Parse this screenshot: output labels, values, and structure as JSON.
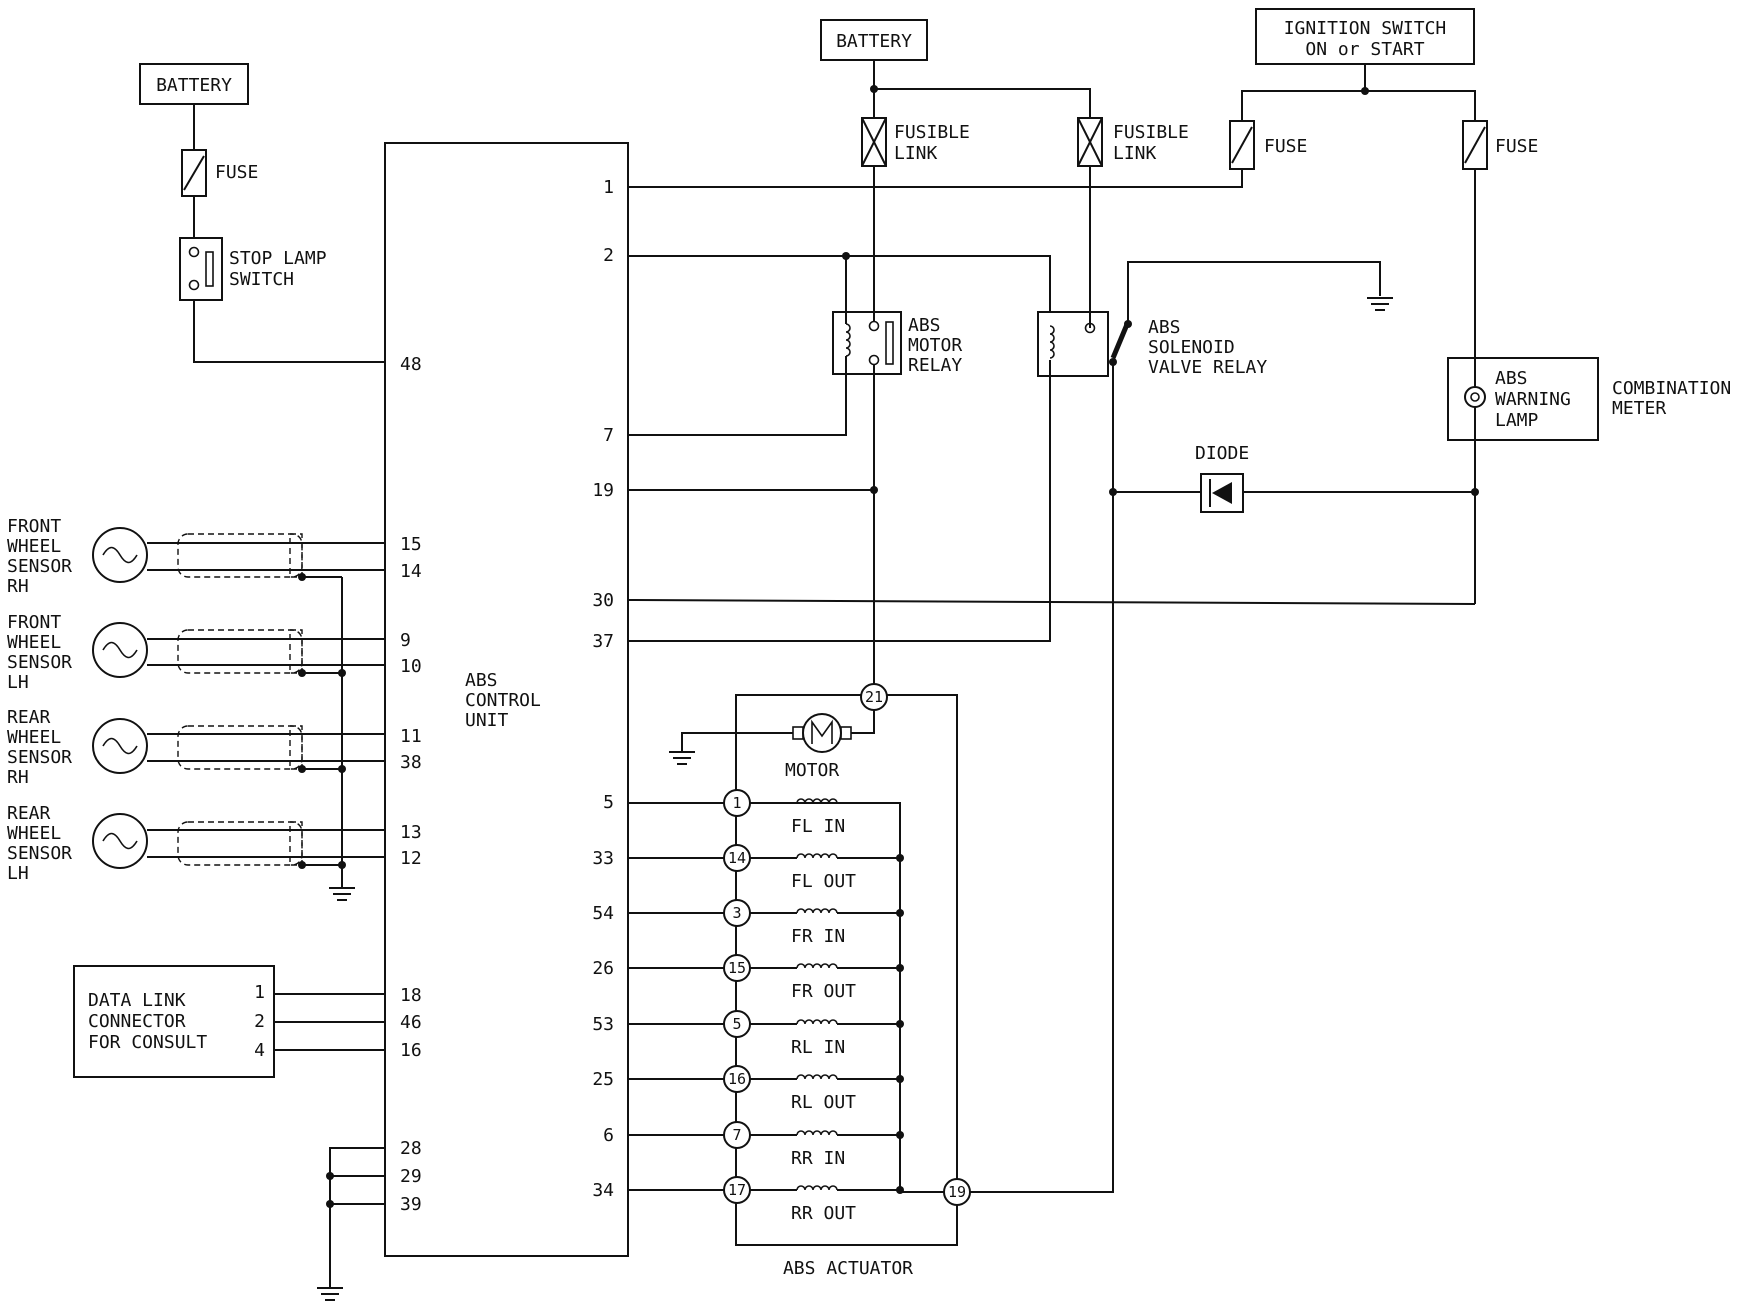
{
  "labels": {
    "battery_left": "BATTERY",
    "battery_top": "BATTERY",
    "ignition_line1": "IGNITION SWITCH",
    "ignition_line2": "ON or START",
    "fuse": "FUSE",
    "fusible_link_line1": "FUSIBLE",
    "fusible_link_line2": "LINK",
    "stop_lamp_line1": "STOP LAMP",
    "stop_lamp_line2": "SWITCH",
    "abs_motor_relay": [
      "ABS",
      "MOTOR",
      "RELAY"
    ],
    "abs_solenoid_relay": [
      "ABS",
      "SOLENOID",
      "VALVE RELAY"
    ],
    "abs_warning_lamp": [
      "ABS",
      "WARNING",
      "LAMP"
    ],
    "combination_meter": [
      "COMBINATION",
      "METER"
    ],
    "diode": "DIODE",
    "abs_control_unit": [
      "ABS",
      "CONTROL",
      "UNIT"
    ],
    "motor": "MOTOR",
    "abs_actuator": "ABS ACTUATOR",
    "data_link": [
      "DATA LINK",
      "CONNECTOR",
      "FOR CONSULT"
    ],
    "sensors": [
      [
        "FRONT",
        "WHEEL",
        "SENSOR",
        "RH"
      ],
      [
        "FRONT",
        "WHEEL",
        "SENSOR",
        "LH"
      ],
      [
        "REAR",
        "WHEEL",
        "SENSOR",
        "RH"
      ],
      [
        "REAR",
        "WHEEL",
        "SENSOR",
        "LH"
      ]
    ]
  },
  "control_unit_pins": {
    "left": [
      "48",
      "15",
      "14",
      "9",
      "10",
      "11",
      "38",
      "13",
      "12",
      "18",
      "46",
      "16",
      "28",
      "29",
      "39"
    ],
    "right": [
      "1",
      "2",
      "7",
      "19",
      "30",
      "37",
      "5",
      "33",
      "54",
      "26",
      "53",
      "25",
      "6",
      "34"
    ]
  },
  "data_link_pins": [
    "1",
    "2",
    "4"
  ],
  "actuator": {
    "motor_connector": "21",
    "common_connector": "19",
    "solenoids": [
      {
        "connector": "1",
        "label": "FL IN"
      },
      {
        "connector": "14",
        "label": "FL OUT"
      },
      {
        "connector": "3",
        "label": "FR IN"
      },
      {
        "connector": "15",
        "label": "FR OUT"
      },
      {
        "connector": "5",
        "label": "RL IN"
      },
      {
        "connector": "16",
        "label": "RL OUT"
      },
      {
        "connector": "7",
        "label": "RR IN"
      },
      {
        "connector": "17",
        "label": "RR OUT"
      }
    ]
  }
}
